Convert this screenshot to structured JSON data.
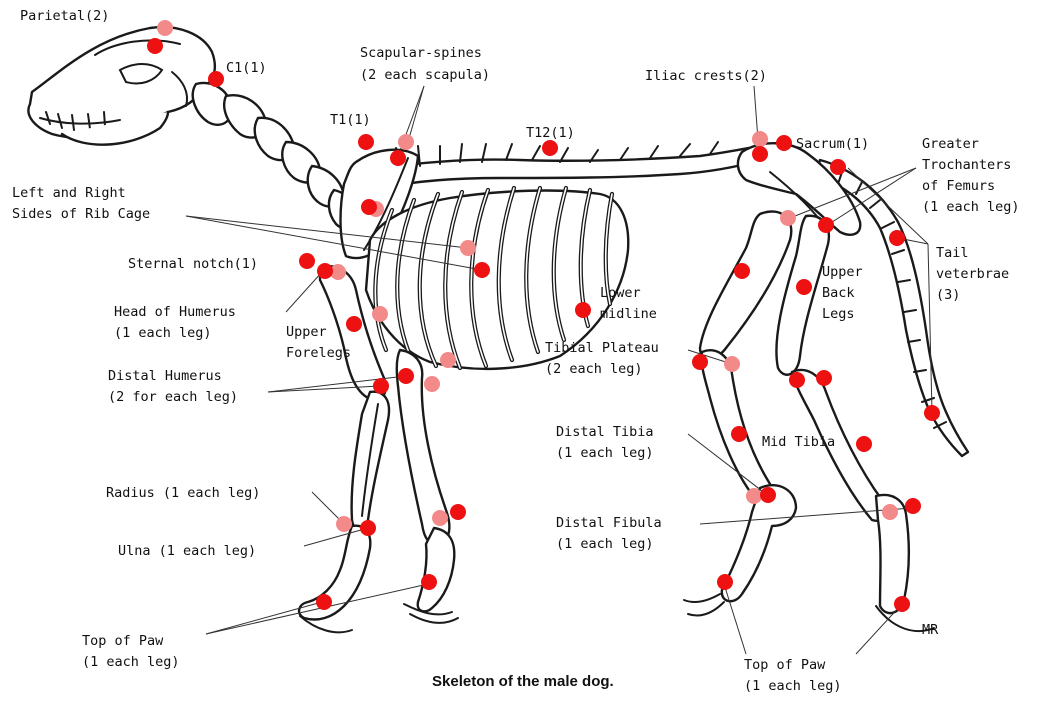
{
  "caption": "Skeleton of the male dog.",
  "colors": {
    "marker_primary": "#ee1111",
    "marker_secondary": "#f28a8a",
    "ink": "#111111"
  },
  "labels": {
    "parietal": [
      "Parietal(2)"
    ],
    "c1": [
      "C1(1)"
    ],
    "scapular_spines": [
      "Scapular-spines",
      "(2 each scapula)"
    ],
    "t1": [
      "T1(1)"
    ],
    "t12": [
      "T12(1)"
    ],
    "iliac_crests": [
      "Iliac crests(2)"
    ],
    "sacrum": [
      "Sacrum(1)"
    ],
    "greater_trochanters": [
      "Greater",
      "Trochanters",
      "of Femurs",
      "(1 each leg)"
    ],
    "rib_cage": [
      "Left and Right",
      "Sides of Rib Cage"
    ],
    "sternal_notch": [
      "Sternal notch(1)"
    ],
    "tail_vertebrae": [
      "Tail",
      "veterbrae",
      "(3)"
    ],
    "head_of_humerus": [
      "Head of Humerus",
      "(1 each leg)"
    ],
    "lower_midline": [
      "Lower",
      "midline"
    ],
    "upper_back_legs": [
      "Upper",
      "Back",
      "Legs"
    ],
    "upper_forelegs": [
      "Upper",
      "Forelegs"
    ],
    "tibial_plateau": [
      "Tibial Plateau",
      "(2 each leg)"
    ],
    "distal_humerus": [
      "Distal Humerus",
      "(2 for each leg)"
    ],
    "distal_tibia": [
      "Distal Tibia",
      "(1 each leg)"
    ],
    "mid_tibia": [
      "Mid Tibia"
    ],
    "radius": [
      "Radius (1 each leg)"
    ],
    "distal_fibula": [
      "Distal Fibula",
      "(1 each leg)"
    ],
    "ulna": [
      "Ulna (1 each leg)"
    ],
    "top_of_paw_front": [
      "Top of Paw",
      "(1 each leg)"
    ],
    "top_of_paw_back": [
      "Top of Paw",
      "(1 each leg)"
    ]
  },
  "artist_initials": "MR"
}
